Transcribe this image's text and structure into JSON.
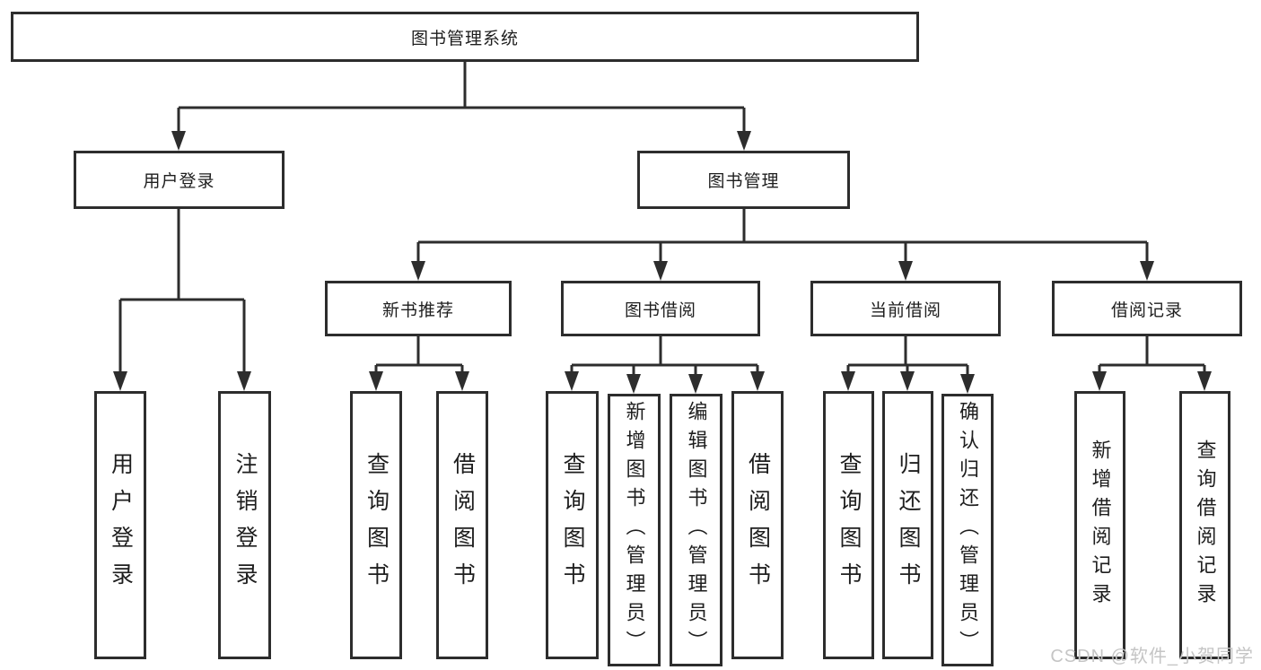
{
  "tree": {
    "root": {
      "label": "图书管理系统"
    },
    "branches": [
      {
        "label": "用户登录",
        "children": [
          {
            "label": "用户登录"
          },
          {
            "label": "注销登录"
          }
        ]
      },
      {
        "label": "图书管理",
        "children": [
          {
            "label": "新书推荐",
            "children": [
              {
                "label": "查询图书"
              },
              {
                "label": "借阅图书"
              }
            ]
          },
          {
            "label": "图书借阅",
            "children": [
              {
                "label": "查询图书"
              },
              {
                "label": "新增图书（管理员）"
              },
              {
                "label": "编辑图书（管理员）"
              },
              {
                "label": "借阅图书"
              }
            ]
          },
          {
            "label": "当前借阅",
            "children": [
              {
                "label": "查询图书"
              },
              {
                "label": "归还图书"
              },
              {
                "label": "确认归还（管理员）"
              }
            ]
          },
          {
            "label": "借阅记录",
            "children": [
              {
                "label": "新增借阅记录"
              },
              {
                "label": "查询借阅记录"
              }
            ]
          }
        ]
      }
    ]
  },
  "watermark": "CSDN @软件_小贺同学",
  "colors": {
    "line": "#2d2d2d",
    "text": "#1e1e1e",
    "watermark": "#c5c5c5",
    "background": "#ffffff"
  }
}
